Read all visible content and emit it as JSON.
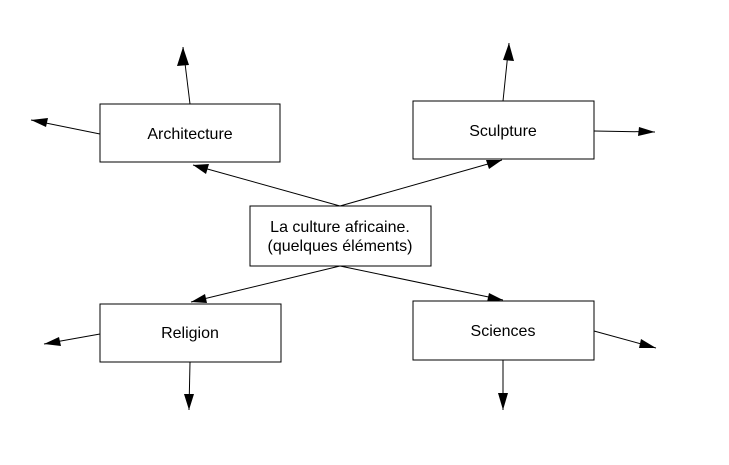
{
  "diagram": {
    "center": {
      "line1": "La culture africaine.",
      "line2": "(quelques éléments)"
    },
    "nodes": {
      "architecture": "Architecture",
      "sculpture": "Sculpture",
      "religion": "Religion",
      "sciences": "Sciences"
    }
  },
  "colors": {
    "stroke": "#000000",
    "background": "#ffffff"
  }
}
